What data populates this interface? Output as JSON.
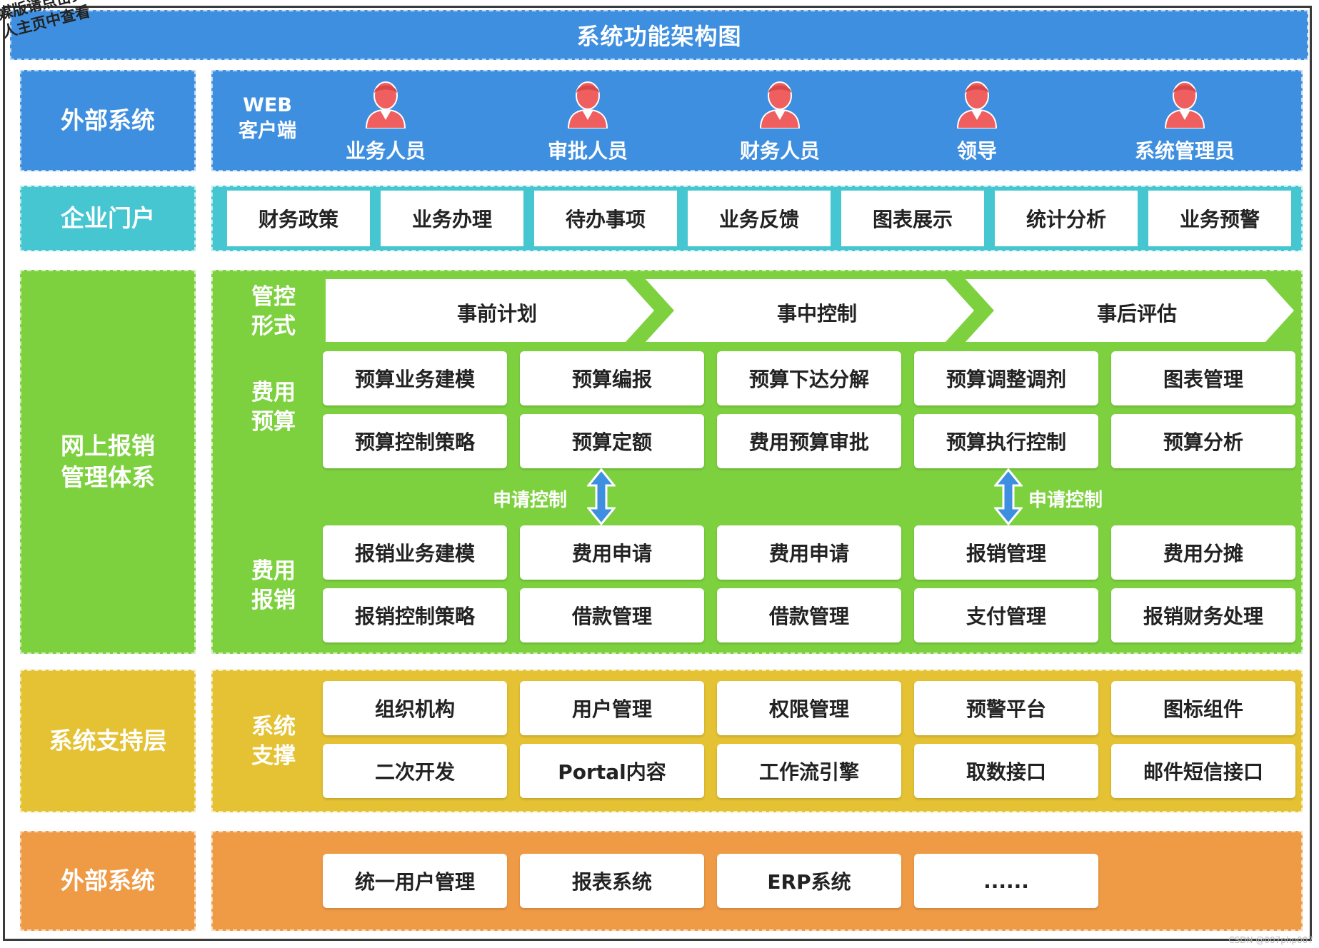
{
  "watermark": {
    "line1": "媒版请点击头像",
    "line2": "人主页中查看"
  },
  "title": "系统功能架构图",
  "external_top": {
    "label": "外部系统",
    "client_label_line1": "WEB",
    "client_label_line2": "客户端",
    "users": [
      "业务人员",
      "审批人员",
      "财务人员",
      "领导",
      "系统管理员"
    ]
  },
  "portal": {
    "label": "企业门户",
    "items": [
      "财务政策",
      "业务办理",
      "待办事项",
      "业务反馈",
      "图表展示",
      "统计分析",
      "业务预警"
    ]
  },
  "reimbursement": {
    "label_line1": "网上报销",
    "label_line2": "管理体系",
    "control_form": {
      "line1": "管控",
      "line2": "形式"
    },
    "phases": [
      "事前计划",
      "事中控制",
      "事后评估"
    ],
    "budget": {
      "line1": "费用",
      "line2": "预算",
      "rows": [
        [
          "预算业务建模",
          "预算编报",
          "预算下达分解",
          "预算调整调剂",
          "图表管理"
        ],
        [
          "预算控制策略",
          "预算定额",
          "费用预算审批",
          "预算执行控制",
          "预算分析"
        ]
      ]
    },
    "apply_control_left": "申请控制",
    "apply_control_right": "申请控制",
    "expense": {
      "line1": "费用",
      "line2": "报销",
      "rows": [
        [
          "报销业务建模",
          "费用申请",
          "费用申请",
          "报销管理",
          "费用分摊"
        ],
        [
          "报销控制策略",
          "借款管理",
          "借款管理",
          "支付管理",
          "报销财务处理"
        ]
      ]
    }
  },
  "support": {
    "label": "系统支持层",
    "sub_line1": "系统",
    "sub_line2": "支撑",
    "rows": [
      [
        "组织机构",
        "用户管理",
        "权限管理",
        "预警平台",
        "图标组件"
      ],
      [
        "二次开发",
        "Portal内容",
        "工作流引擎",
        "取数接口",
        "邮件短信接口"
      ]
    ]
  },
  "external_bottom": {
    "label": "外部系统",
    "items": [
      "统一用户管理",
      "报表系统",
      "ERP系统",
      "......"
    ]
  },
  "credit": "CSDN @007php007",
  "colors": {
    "blue": "#3f8fe0",
    "teal": "#45c6d0",
    "green": "#7dd13f",
    "gold": "#e4c233",
    "orange": "#ef9a45",
    "user_icon": "#ef5f5f",
    "arrow": "#3f8fe0"
  }
}
